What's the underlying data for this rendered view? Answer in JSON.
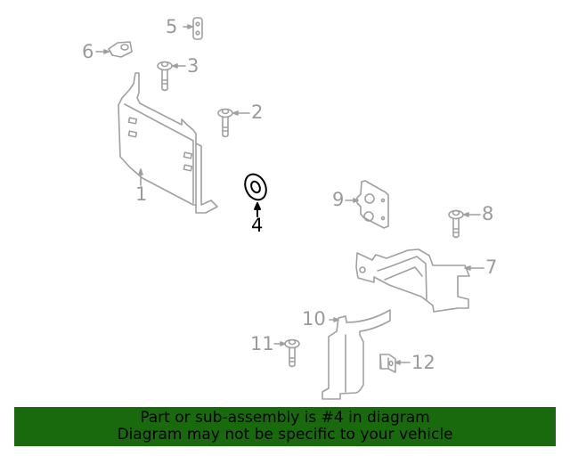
{
  "diagram": {
    "highlighted_part": "4",
    "colors": {
      "line": "#a0a0a0",
      "highlight": "#000000",
      "banner_bg": "#196a0c",
      "banner_text": "#000000"
    },
    "callouts": [
      {
        "number": "1",
        "part": "panel-bracket"
      },
      {
        "number": "2",
        "part": "bolt"
      },
      {
        "number": "3",
        "part": "bolt"
      },
      {
        "number": "4",
        "part": "washer",
        "highlighted": true
      },
      {
        "number": "5",
        "part": "plate"
      },
      {
        "number": "6",
        "part": "clip-nut"
      },
      {
        "number": "7",
        "part": "support-bracket"
      },
      {
        "number": "8",
        "part": "bolt"
      },
      {
        "number": "9",
        "part": "mount-block"
      },
      {
        "number": "10",
        "part": "cover-shield"
      },
      {
        "number": "11",
        "part": "bolt"
      },
      {
        "number": "12",
        "part": "clip"
      }
    ]
  },
  "banner": {
    "line1": "Part or sub-assembly is #4 in diagram",
    "line2": "Diagram may not be specific to your vehicle"
  }
}
